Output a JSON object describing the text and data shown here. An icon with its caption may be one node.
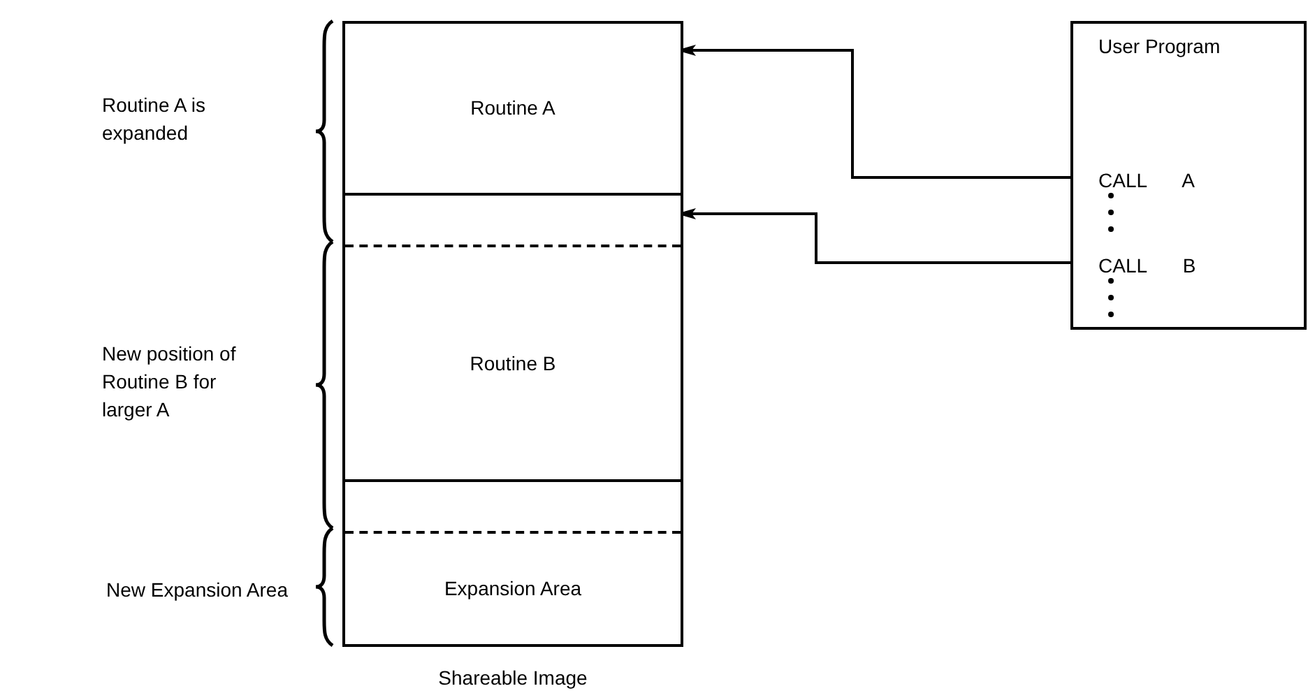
{
  "diagram": {
    "nodes": [
      {
        "text": [],
        "shape": "box",
        "beside": [
          "Shareable Image"
        ]
      },
      {
        "text": [
          "Routine A"
        ],
        "in": 0
      },
      {
        "text": [],
        "shape": "box",
        "in": 0
      },
      {
        "text": [
          "Routine B"
        ],
        "in": 0
      },
      {
        "text": [],
        "shape": "box",
        "in": 0
      },
      {
        "text": [
          "Expansion Area"
        ],
        "in": 0
      },
      {
        "text": [
          "User Program",
          "CALL A",
          "CALL B"
        ]
      }
    ],
    "edges": [
      {
        "from": 6,
        "to": 1,
        "arrow": "to"
      },
      {
        "from": 6,
        "to": 2,
        "arrow": "to"
      }
    ],
    "labels": [
      "Routine A is expanded",
      "New position of Routine B for larger A",
      "New Expansion Area"
    ]
  }
}
